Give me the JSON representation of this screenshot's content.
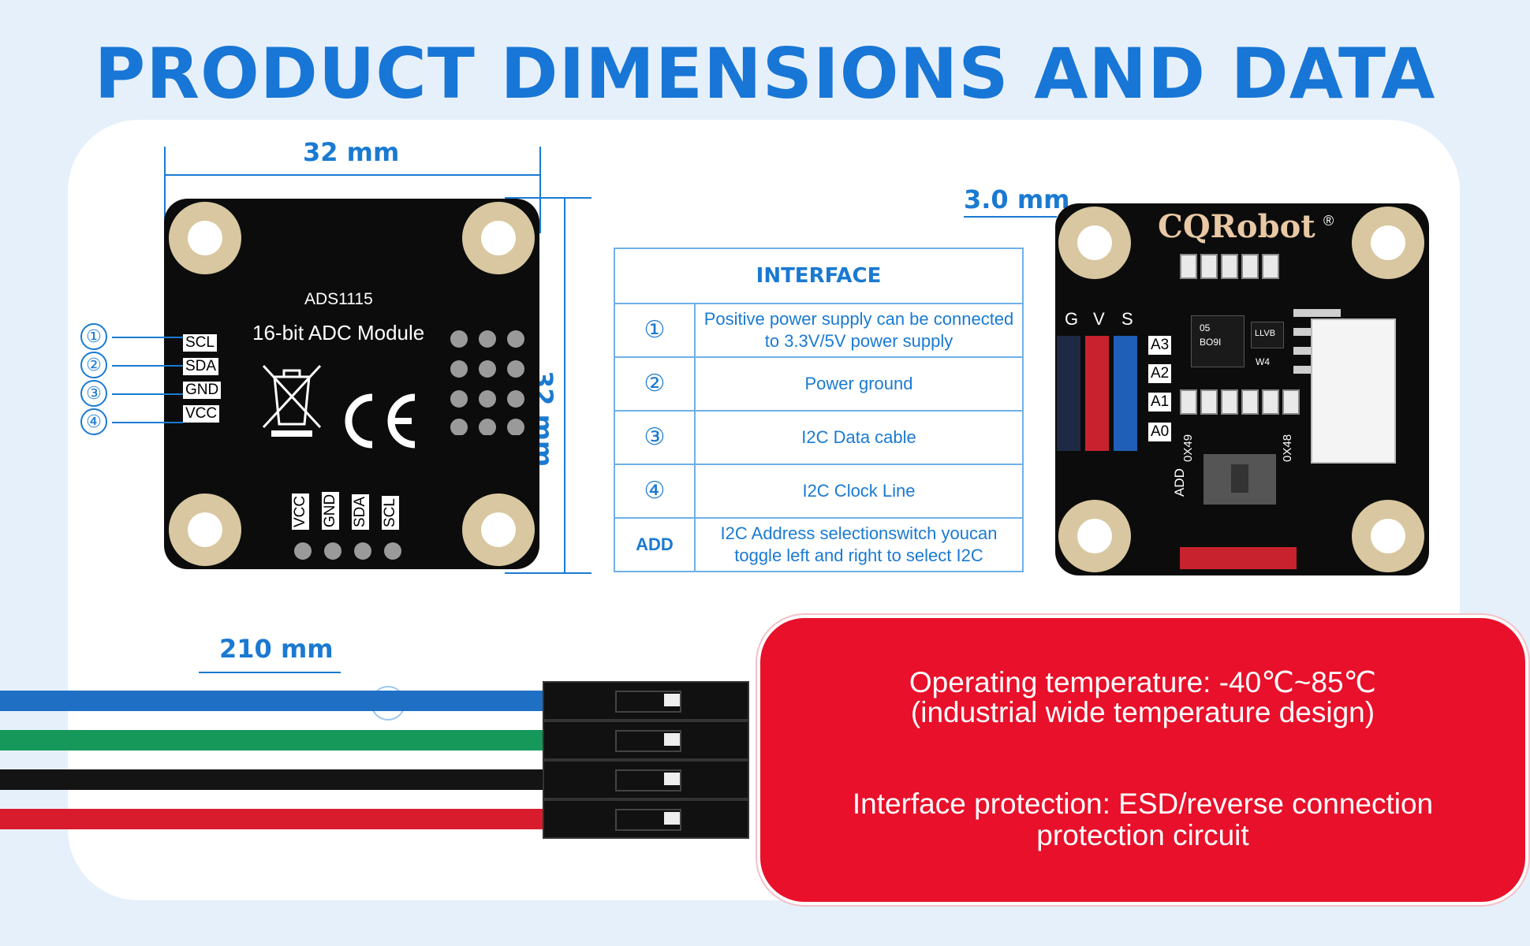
{
  "title": "PRODUCT DIMENSIONS AND DATA",
  "dimensions": {
    "width": "32 mm",
    "height": "32 mm",
    "hole": "3.0 mm",
    "cable": "210 mm"
  },
  "left_board": {
    "chip_name": "ADS1115",
    "module_name": "16-bit ADC Module",
    "side_pins": [
      "SCL",
      "SDA",
      "GND",
      "VCC"
    ],
    "side_numbers": [
      "①",
      "②",
      "③",
      "④"
    ],
    "bottom_pins": [
      "VCC",
      "GND",
      "SDA",
      "SCL"
    ]
  },
  "interface_table": {
    "header": "INTERFACE",
    "rows": [
      {
        "key": "①",
        "desc": "Positive power supply can be connected to 3.3V/5V power supply"
      },
      {
        "key": "②",
        "desc": "Power ground"
      },
      {
        "key": "③",
        "desc": "I2C Data cable"
      },
      {
        "key": "④",
        "desc": "I2C Clock Line"
      },
      {
        "key": "ADD",
        "desc": "I2C Address selectionswitch youcan toggle left and right to select I2C"
      }
    ]
  },
  "right_board": {
    "brand": "CQRobot",
    "reg": "®",
    "header_labels": [
      "G",
      "V",
      "S"
    ],
    "addresses": [
      "A3",
      "A2",
      "A1",
      "A0"
    ],
    "switch_labels": [
      "0X49",
      "ADD",
      "0X48"
    ],
    "chip_marks": [
      "BO9I",
      "05",
      "LLVB",
      "W4"
    ]
  },
  "features": {
    "line1": "Operating temperature: -40℃~85℃",
    "line2": "(industrial wide temperature design)",
    "line3": "Interface protection: ESD/reverse connection",
    "line4": "protection circuit"
  },
  "colors": {
    "accent": "#1a7ad2",
    "title": "#1876d6",
    "feature_box": "#e8102a",
    "wires": [
      "#1f6fc4",
      "#16985a",
      "#141414",
      "#d81c2e"
    ]
  }
}
